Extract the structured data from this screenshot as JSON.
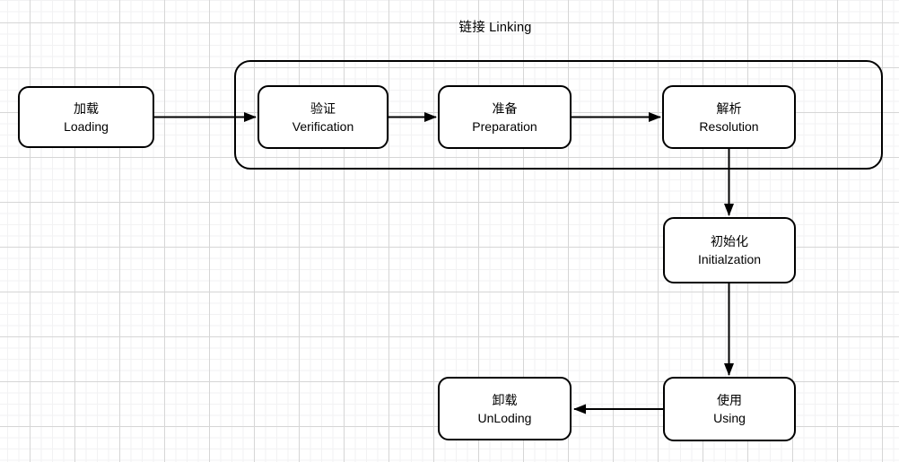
{
  "theme": {
    "grid_minor": "#f2f2f3",
    "grid_major": "#d6d6d6",
    "stroke": "#000000",
    "node_fill": "#ffffff"
  },
  "diagram": {
    "title": "链接 Linking",
    "nodes": {
      "loading": {
        "zh": "加载",
        "en": "Loading"
      },
      "verification": {
        "zh": "验证",
        "en": "Verification"
      },
      "preparation": {
        "zh": "准备",
        "en": "Preparation"
      },
      "resolution": {
        "zh": "解析",
        "en": "Resolution"
      },
      "initialization": {
        "zh": "初始化",
        "en": "Initialzation"
      },
      "using": {
        "zh": "使用",
        "en": "Using"
      },
      "unloding": {
        "zh": "卸载",
        "en": "UnLoding"
      }
    }
  }
}
